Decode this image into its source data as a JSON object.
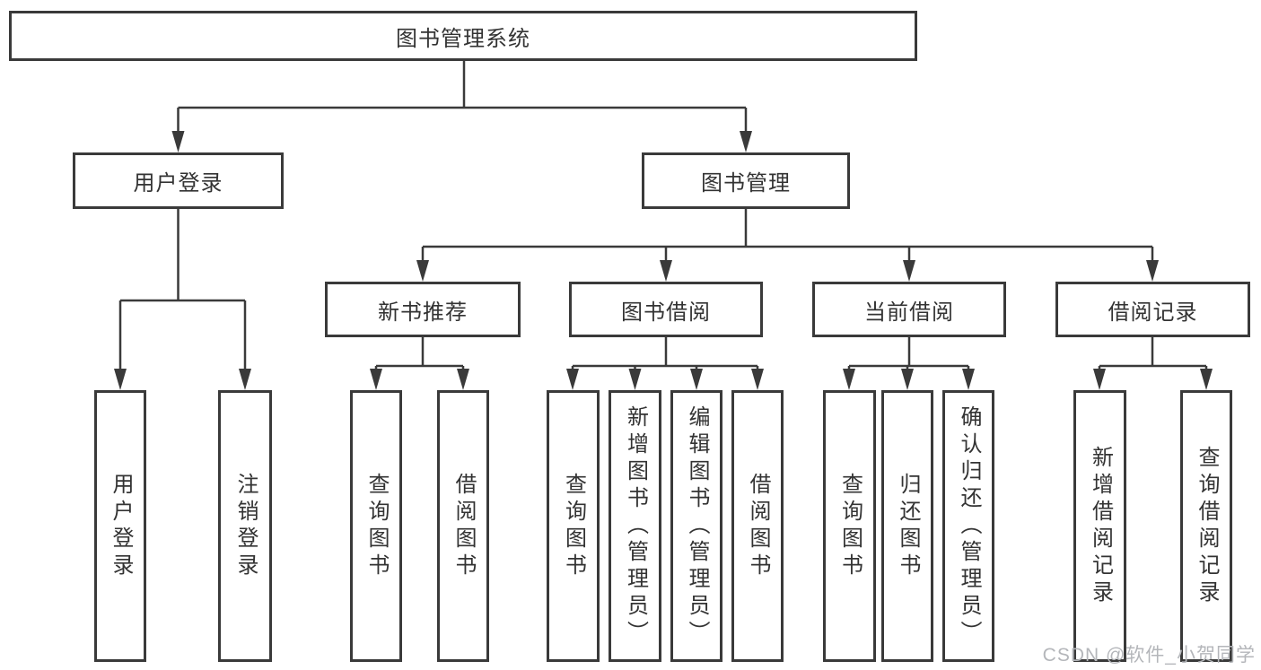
{
  "root": {
    "label": "图书管理系统"
  },
  "level2": [
    {
      "label": "用户登录"
    },
    {
      "label": "图书管理"
    }
  ],
  "level3": [
    {
      "label": "新书推荐"
    },
    {
      "label": "图书借阅"
    },
    {
      "label": "当前借阅"
    },
    {
      "label": "借阅记录"
    }
  ],
  "leaves": {
    "user_login": [
      {
        "label": "用户登录"
      },
      {
        "label": "注销登录"
      }
    ],
    "new_book": [
      {
        "label": "查询图书"
      },
      {
        "label": "借阅图书"
      }
    ],
    "book_borrow": [
      {
        "label": "查询图书"
      },
      {
        "label": "新增图书（管理员）"
      },
      {
        "label": "编辑图书（管理员）"
      },
      {
        "label": "借阅图书"
      }
    ],
    "current_borrow": [
      {
        "label": "查询图书"
      },
      {
        "label": "归还图书"
      },
      {
        "label": "确认归还（管理员）"
      }
    ],
    "borrow_records": [
      {
        "label": "新增借阅记录"
      },
      {
        "label": "查询借阅记录"
      }
    ]
  },
  "watermark": "CSDN @软件_小贺同学",
  "colors": {
    "border": "#3a3a3a",
    "line": "#3a3a3a",
    "text": "#333333",
    "watermark": "#b4b6ba",
    "background": "#ffffff"
  }
}
